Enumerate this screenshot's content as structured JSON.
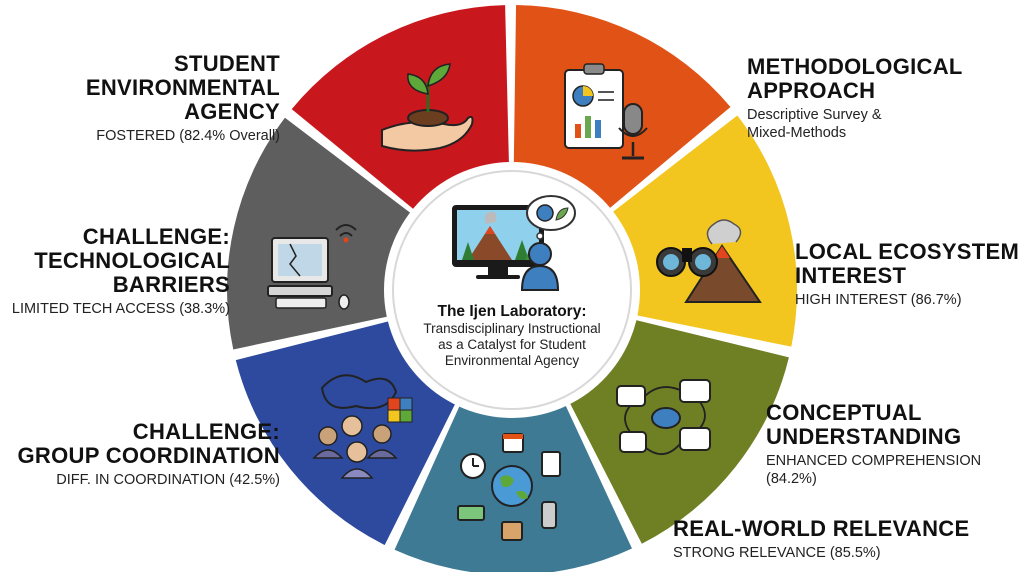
{
  "center": {
    "title": "The Ijen Laboratory:",
    "subtitle": "Transdisciplinary Instructional\nas a Catalyst for Student\nEnvironmental Agency"
  },
  "segments": [
    {
      "key": "agency",
      "title": "STUDENT\nENVIRONMENTAL\nAGENCY",
      "sub": "FOSTERED (82.4% Overall)",
      "color": "#c8181e",
      "icon": "sprout-in-hand-icon",
      "value": 82.4
    },
    {
      "key": "method",
      "title": "METHODOLOGICAL\nAPPROACH",
      "sub": "Descriptive Survey &\nMixed-Methods",
      "color": "#e05216",
      "icon": "clipboard-microphone-icon"
    },
    {
      "key": "ecosystem",
      "title": "LOCAL ECOSYSTEM\nINTEREST",
      "sub": "HIGH INTEREST (86.7%)",
      "color": "#f2c51f",
      "icon": "binoculars-volcano-icon",
      "value": 86.7
    },
    {
      "key": "conceptual",
      "title": "CONCEPTUAL\nUNDERSTANDING",
      "sub": "ENHANCED COMPREHENSION (84.2%)",
      "color": "#6f7f24",
      "icon": "concept-map-icon",
      "value": 84.2
    },
    {
      "key": "realworld",
      "title": "REAL-WORLD RELEVANCE",
      "sub": "STRONG RELEVANCE (85.5%)",
      "color": "#3e7a94",
      "icon": "world-tools-icon",
      "value": 85.5
    },
    {
      "key": "group",
      "title": "CHALLENGE:\nGROUP COORDINATION",
      "sub": "DIFF. IN COORDINATION (42.5%)",
      "color": "#2d4a9e",
      "icon": "group-puzzle-icon",
      "value": 42.5
    },
    {
      "key": "tech",
      "title": "CHALLENGE:\nTECHNOLOGICAL\nBARRIERS",
      "sub": "LIMITED TECH ACCESS (38.3%)",
      "color": "#5e5e5e",
      "icon": "broken-computer-icon",
      "value": 38.3
    }
  ]
}
